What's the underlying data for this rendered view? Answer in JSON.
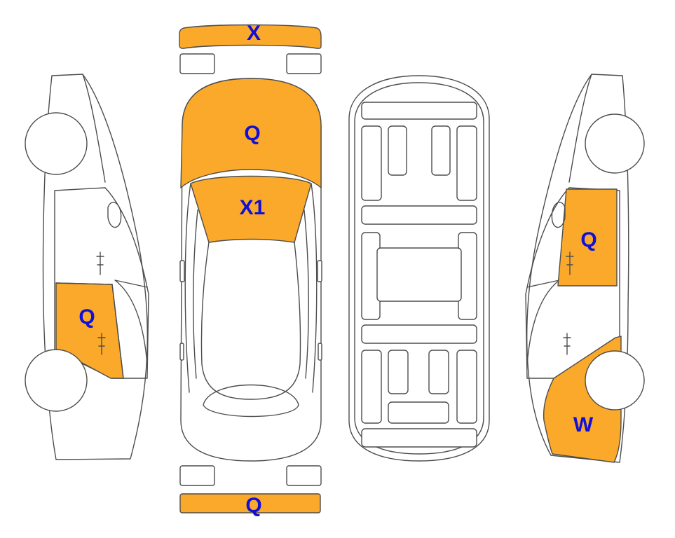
{
  "colors": {
    "damage_fill": "#fba92a",
    "outline": "#4d4d4d",
    "label": "#1010d8",
    "background": "#ffffff"
  },
  "labels": {
    "front_bumper": "X",
    "hood": "Q",
    "windshield": "X1",
    "rear_bumper": "Q",
    "left_rear_door": "Q",
    "right_front_door": "Q",
    "right_front_fender": "W"
  }
}
